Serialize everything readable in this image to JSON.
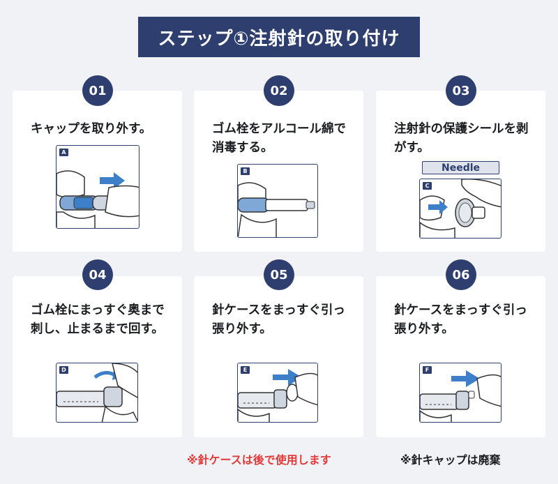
{
  "title": "ステップ①注射針の取り付け",
  "colors": {
    "navy": "#2d3e6f",
    "accent_blue": "#3e7fc9",
    "note_red": "#e23a3a",
    "background": "#f1f2f5"
  },
  "steps": [
    {
      "num": "01",
      "text": "キャップを取り外す。",
      "label": "A",
      "icon": "pen-cap-removal-illustration"
    },
    {
      "num": "02",
      "text": "ゴム栓をアルコール綿で消毒する。",
      "label": "B",
      "icon": "rubber-stopper-disinfection-illustration"
    },
    {
      "num": "03",
      "text": "注射針の保護シールを剥がす。",
      "label": "C",
      "icon": "needle-seal-peel-illustration",
      "tag": "Needle"
    },
    {
      "num": "04",
      "text": "ゴム栓にまっすぐ奥まで刺し、止まるまで回す。",
      "label": "D",
      "icon": "needle-attach-twist-illustration"
    },
    {
      "num": "05",
      "text": "針ケースをまっすぐ引っ張り外す。",
      "label": "E",
      "icon": "outer-needle-case-removal-illustration"
    },
    {
      "num": "06",
      "text": "針ケースをまっすぐ引っ張り外す。",
      "label": "F",
      "icon": "inner-needle-cap-removal-illustration"
    }
  ],
  "notes": {
    "left": "※針ケースは後で使用します",
    "right": "※針キャップは廃棄"
  }
}
